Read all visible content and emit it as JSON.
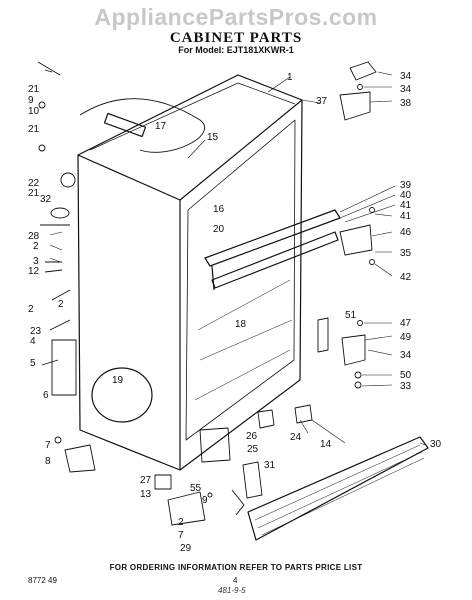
{
  "watermark": "AppliancePartsPros.com",
  "title": "CABINET PARTS",
  "model": "For Model: EJT181XKWR-1",
  "footer": "FOR ORDERING INFORMATION REFER TO PARTS PRICE LIST",
  "doc_code": "8772 49",
  "page_num": "4",
  "handwritten": "481-9-5",
  "callouts": [
    "1",
    "2",
    "2",
    "2",
    "2",
    "3",
    "4",
    "5",
    "6",
    "7",
    "7",
    "8",
    "9",
    "10",
    "12",
    "13",
    "14",
    "15",
    "16",
    "17",
    "18",
    "19",
    "20",
    "21",
    "21",
    "21",
    "22",
    "23",
    "24",
    "25",
    "26",
    "27",
    "28",
    "29",
    "30",
    "31",
    "32",
    "33",
    "34",
    "34",
    "34",
    "35",
    "37",
    "38",
    "39",
    "40",
    "41",
    "41",
    "42",
    "46",
    "47",
    "49",
    "50",
    "51",
    "55"
  ]
}
